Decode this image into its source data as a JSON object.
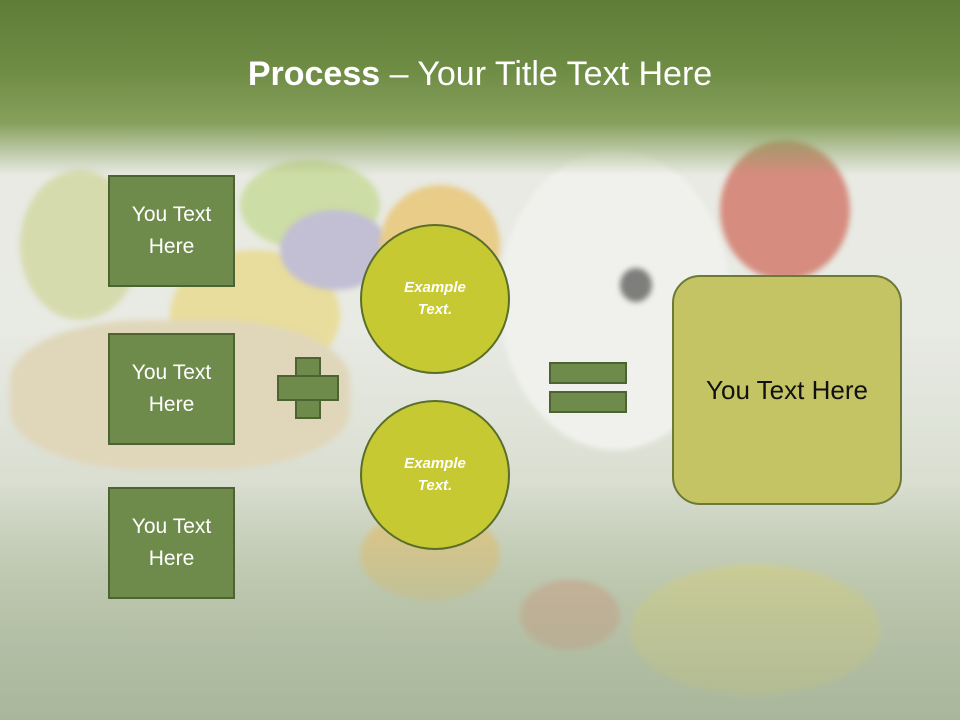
{
  "slide": {
    "title_bold": "Process",
    "title_rest": " – Your Title Text Here"
  },
  "left_boxes": [
    {
      "text": "You Text Here"
    },
    {
      "text": "You Text Here"
    },
    {
      "text": "You Text Here"
    }
  ],
  "circles": [
    {
      "text": "Example Text."
    },
    {
      "text": "Example Text."
    }
  ],
  "result": {
    "text": "You Text Here"
  },
  "colors": {
    "title_bar": "#6f8c45",
    "box_fill": "#6f8b4b",
    "circle_fill": "#c6c932",
    "result_fill": "#c4c464"
  },
  "icons": {
    "plus": "plus-icon",
    "equals": "equals-icon"
  }
}
